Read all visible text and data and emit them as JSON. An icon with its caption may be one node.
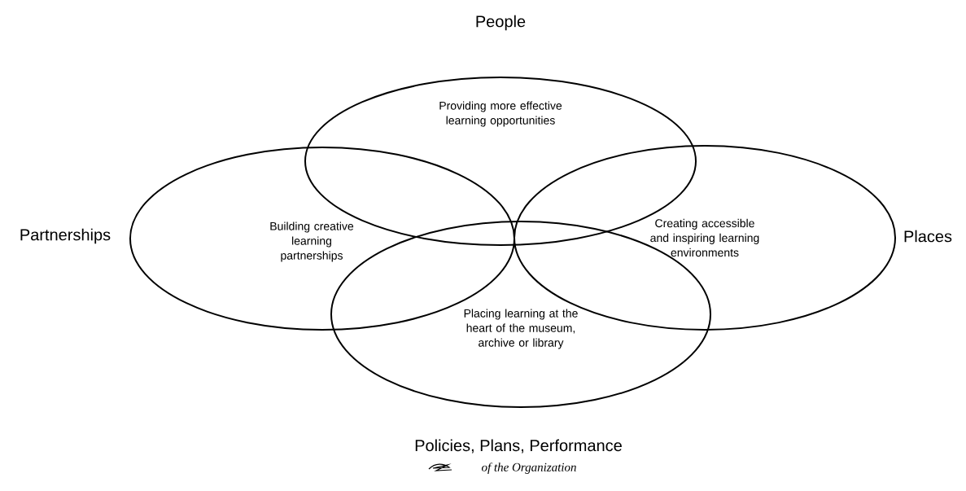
{
  "diagram": {
    "nodes": [
      {
        "text": [
          "Providing more effective learning opportunities"
        ]
      },
      {
        "text": [
          "Building creative learning partnerships"
        ]
      },
      {
        "text": [
          "Creating accessible and inspiring learning environments"
        ]
      },
      {
        "text": [
          "Placing learning at the heart of the museum, archive or library"
        ]
      }
    ],
    "labels": [
      "People",
      "Partnerships",
      "Places",
      "Policies, Plans, Performance",
      "of the Organization"
    ]
  }
}
